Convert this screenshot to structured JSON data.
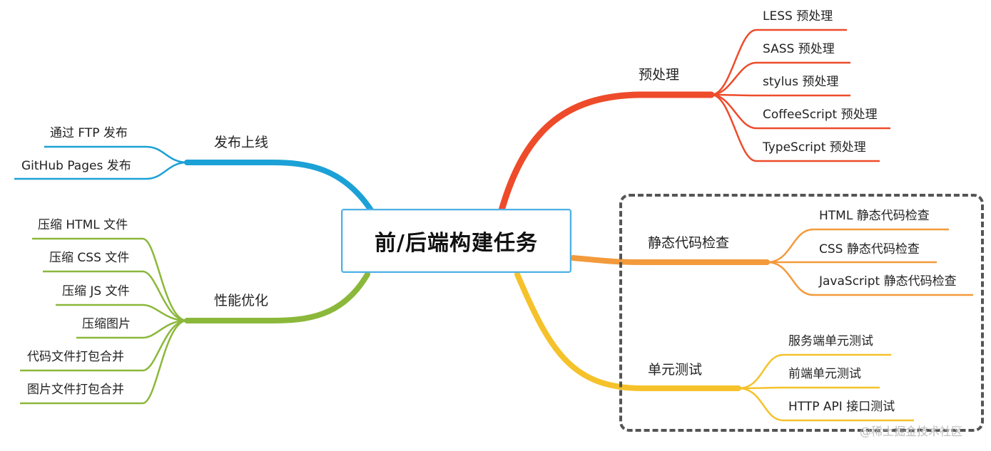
{
  "root": {
    "label": "前/后端构建任务",
    "border_color": "#4db0e6"
  },
  "branches": {
    "preprocess": {
      "label": "预处理",
      "color": "#ee4b2b",
      "children": [
        "LESS 预处理",
        "SASS 预处理",
        "stylus 预处理",
        "CoffeeScript 预处理",
        "TypeScript 预处理"
      ]
    },
    "static_check": {
      "label": "静态代码检查",
      "color": "#f39a3c",
      "children": [
        "HTML 静态代码检查",
        "CSS 静态代码检查",
        "JavaScript 静态代码检查"
      ]
    },
    "unit_test": {
      "label": "单元测试",
      "color": "#f5c22b",
      "children": [
        "服务端单元测试",
        "前端单元测试",
        "HTTP API 接口测试"
      ]
    },
    "publish": {
      "label": "发布上线",
      "color": "#1ca1d6",
      "children": [
        "通过 FTP 发布",
        "GitHub Pages 发布"
      ]
    },
    "performance": {
      "label": "性能优化",
      "color": "#8bb83a",
      "children": [
        "压缩 HTML 文件",
        "压缩 CSS 文件",
        "压缩 JS 文件",
        "压缩图片",
        "代码文件打包合并",
        "图片文件打包合并"
      ]
    }
  },
  "watermark": "@稀土掘金技术社区"
}
